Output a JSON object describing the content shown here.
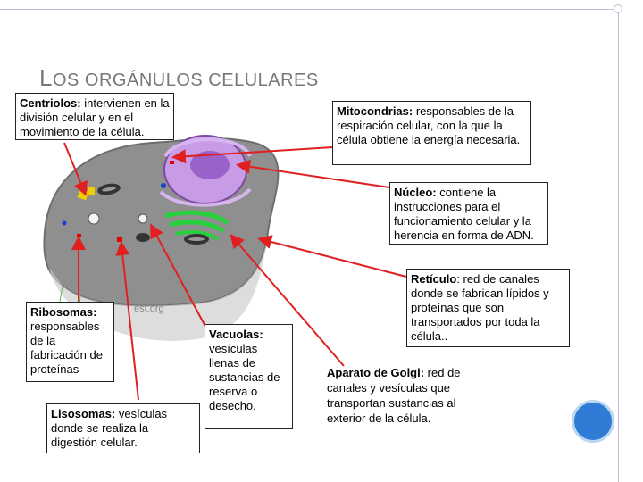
{
  "title": {
    "first": "L",
    "rest": "OS ORGÁNULOS CELULARES"
  },
  "watermark": "est.org",
  "labels": {
    "centriolos": {
      "term": "Centriolos:",
      "desc": " intervienen en la división celular y en el movimiento de la célula."
    },
    "mitocondrias": {
      "term": "Mitocondrias:",
      "desc": " responsables de la respiración celular, con la que la célula obtiene la energía necesaria."
    },
    "nucleo": {
      "term": "Núcleo:",
      "desc": " contiene la instrucciones para el funcionamiento celular y la herencia en forma de ADN."
    },
    "reticulo": {
      "term": "Retículo",
      "desc": ": red de canales donde se fabrican lípidos y proteínas  que son transportados por toda la célula.."
    },
    "ribosomas": {
      "term": "Ribosomas:",
      "desc": " responsables de la fabricación de proteínas"
    },
    "lisosomas": {
      "term": "Lisosomas:",
      "desc": " vesículas donde se realiza la digestión celular."
    },
    "vacuolas": {
      "term": "Vacuolas:",
      "desc": " vesículas llenas de sustancias de reserva o desecho."
    },
    "golgi": {
      "term": "Aparato de Golgi:",
      "desc": " red de canales y vesículas que transportan sustancias al exterior de la célula."
    }
  },
  "colors": {
    "arrow": "#e02020",
    "cell": "#8f8f8f",
    "nucleus": "#c79be6",
    "golgi": "#27d13c",
    "accent_blue": "#2f7bd6"
  }
}
